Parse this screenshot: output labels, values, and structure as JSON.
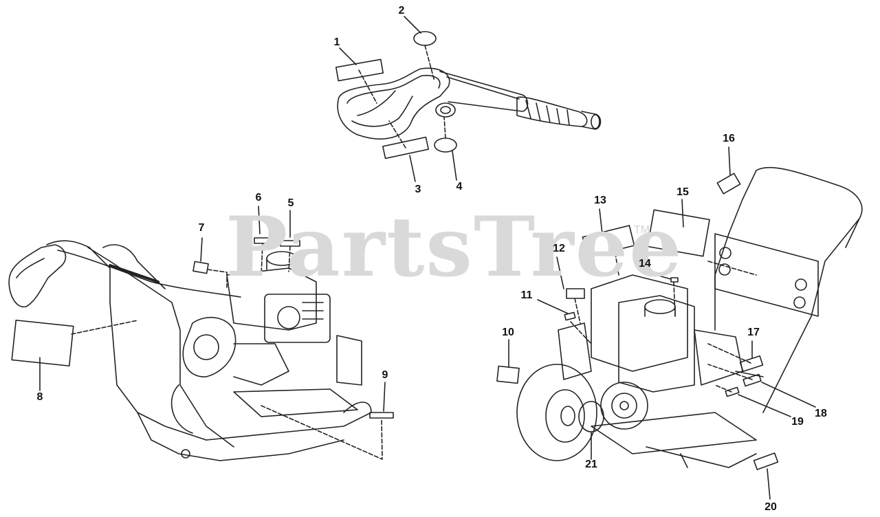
{
  "watermark": {
    "text": "PartsTree",
    "trademark": "TM"
  },
  "callouts": [
    {
      "id": "1",
      "label": "1"
    },
    {
      "id": "2",
      "label": "2"
    },
    {
      "id": "3",
      "label": "3"
    },
    {
      "id": "4",
      "label": "4"
    },
    {
      "id": "5",
      "label": "5"
    },
    {
      "id": "6",
      "label": "6"
    },
    {
      "id": "7",
      "label": "7"
    },
    {
      "id": "8",
      "label": "8"
    },
    {
      "id": "9",
      "label": "9"
    },
    {
      "id": "10",
      "label": "10"
    },
    {
      "id": "11",
      "label": "11"
    },
    {
      "id": "12",
      "label": "12"
    },
    {
      "id": "13",
      "label": "13"
    },
    {
      "id": "14",
      "label": "14"
    },
    {
      "id": "15",
      "label": "15"
    },
    {
      "id": "16",
      "label": "16"
    },
    {
      "id": "17",
      "label": "17"
    },
    {
      "id": "18",
      "label": "18"
    },
    {
      "id": "19",
      "label": "19"
    },
    {
      "id": "20",
      "label": "20"
    },
    {
      "id": "21",
      "label": "21"
    }
  ],
  "colors": {
    "line": "#222222",
    "watermark": "#d9d9d9",
    "background": "#ffffff"
  }
}
